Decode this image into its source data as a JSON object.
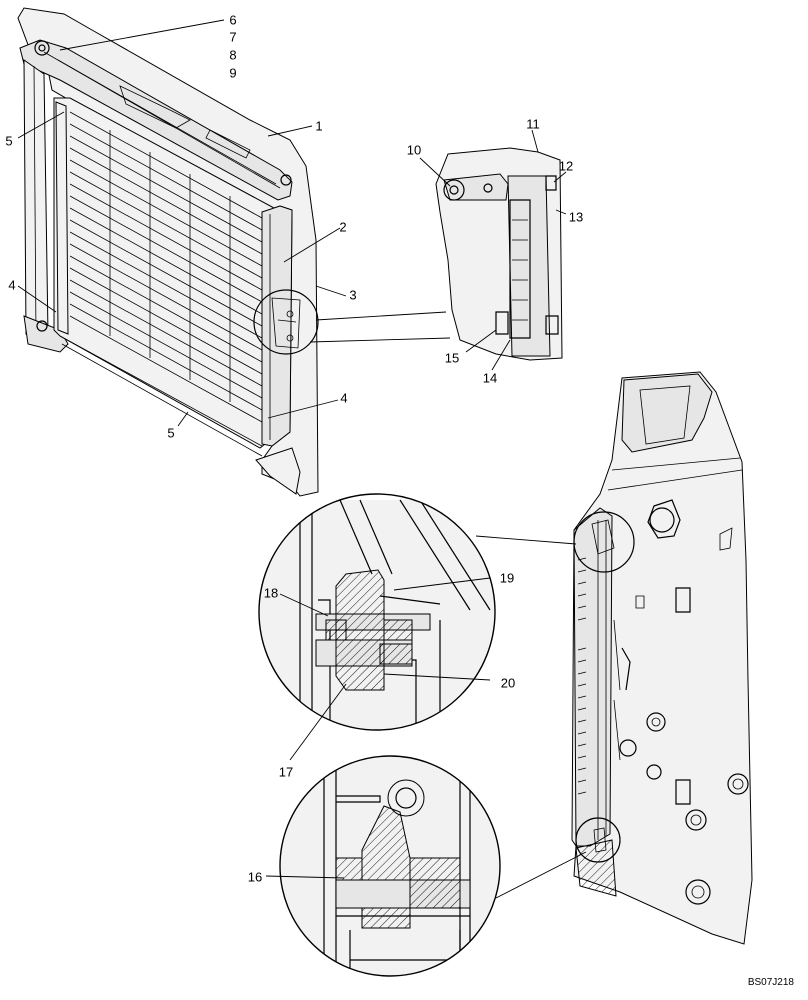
{
  "callouts": [
    {
      "id": "c6",
      "text": "6"
    },
    {
      "id": "c7",
      "text": "7"
    },
    {
      "id": "c8",
      "text": "8"
    },
    {
      "id": "c9",
      "text": "9"
    },
    {
      "id": "c1",
      "text": "1"
    },
    {
      "id": "c5a",
      "text": "5"
    },
    {
      "id": "c2",
      "text": "2"
    },
    {
      "id": "c3",
      "text": "3"
    },
    {
      "id": "c4a",
      "text": "4"
    },
    {
      "id": "c4b",
      "text": "4"
    },
    {
      "id": "c5b",
      "text": "5"
    },
    {
      "id": "c10",
      "text": "10"
    },
    {
      "id": "c11",
      "text": "11"
    },
    {
      "id": "c12",
      "text": "12"
    },
    {
      "id": "c13",
      "text": "13"
    },
    {
      "id": "c14",
      "text": "14"
    },
    {
      "id": "c15",
      "text": "15"
    },
    {
      "id": "c18",
      "text": "18"
    },
    {
      "id": "c19",
      "text": "19"
    },
    {
      "id": "c20",
      "text": "20"
    },
    {
      "id": "c17",
      "text": "17"
    },
    {
      "id": "c16",
      "text": "16"
    }
  ],
  "drawing_code": "BS07J218"
}
